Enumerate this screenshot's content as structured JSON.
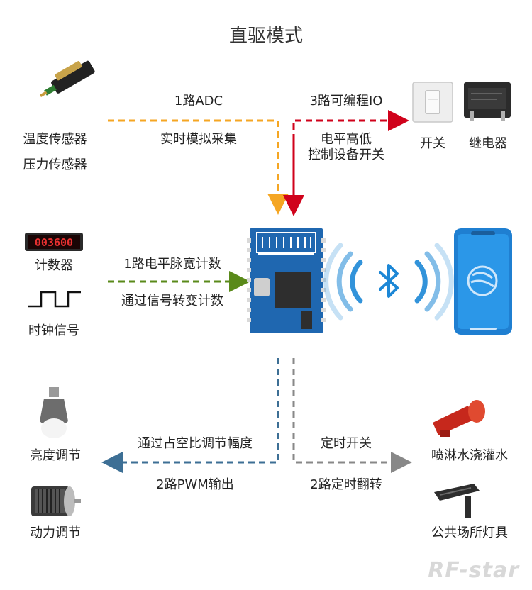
{
  "title": "直驱模式",
  "top_left": {
    "arrow_label_top": "1路ADC",
    "arrow_label_bottom": "实时模拟采集",
    "device_line1": "温度传感器",
    "device_line2": "压力传感器"
  },
  "top_right": {
    "arrow_label_top": "3路可编程IO",
    "arrow_label_bottom_line1": "电平高低",
    "arrow_label_bottom_line2": "控制设备开关",
    "device_switch": "开关",
    "device_relay": "继电器"
  },
  "middle_left": {
    "arrow_label_top": "1路电平脉宽计数",
    "arrow_label_bottom": "通过信号转变计数",
    "device_counter": "计数器",
    "counter_display": "003600",
    "device_clock": "时钟信号"
  },
  "bottom_left": {
    "arrow_label_top": "通过占空比调节幅度",
    "arrow_label_bottom": "2路PWM输出",
    "device_bulb": "亮度调节",
    "device_motor": "动力调节"
  },
  "bottom_right": {
    "arrow_label_top": "定时开关",
    "arrow_label_bottom": "2路定时翻转",
    "device_sprinkler": "喷淋水浇灌水",
    "device_lamp": "公共场所灯具"
  },
  "watermark": "RF-star",
  "colors": {
    "adc": "#f5a623",
    "io": "#d0021b",
    "pulse": "#5a8a1a",
    "pwm": "#3d6f95",
    "timer": "#888888",
    "module": "#1f67b0",
    "bluetooth": "#1c87d6"
  }
}
